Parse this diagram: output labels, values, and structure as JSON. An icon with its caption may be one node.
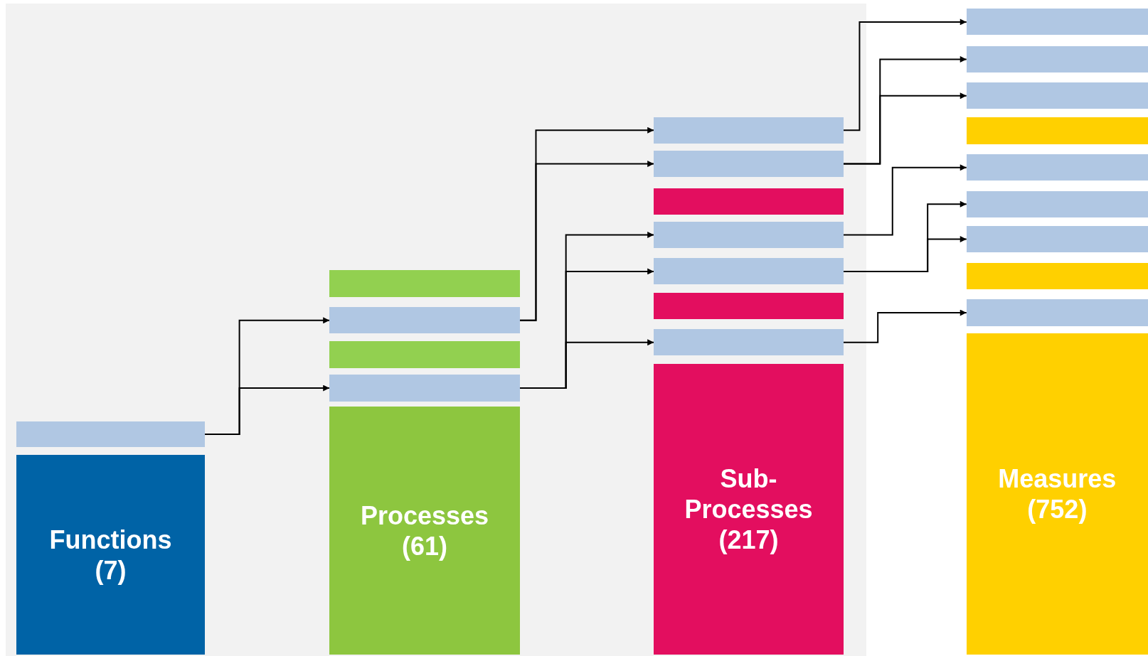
{
  "diagram": {
    "nodes": [
      {
        "text": [],
        "shape": "bar"
      },
      {
        "text": [
          "Functions (7)"
        ]
      },
      {
        "text": [],
        "shape": "bar"
      },
      {
        "text": [],
        "shape": "bar"
      },
      {
        "text": [],
        "shape": "bar"
      },
      {
        "text": [],
        "shape": "bar"
      },
      {
        "text": [
          "Processes (61)"
        ]
      },
      {
        "text": [],
        "shape": "bar"
      },
      {
        "text": [],
        "shape": "bar"
      },
      {
        "text": [],
        "shape": "bar"
      },
      {
        "text": [],
        "shape": "bar"
      },
      {
        "text": [],
        "shape": "bar"
      },
      {
        "text": [],
        "shape": "bar"
      },
      {
        "text": [],
        "shape": "bar"
      },
      {
        "text": [
          "Sub- Processes (217)"
        ]
      },
      {
        "text": [],
        "shape": "bar"
      },
      {
        "text": [],
        "shape": "bar"
      },
      {
        "text": [],
        "shape": "bar"
      },
      {
        "text": [],
        "shape": "bar"
      },
      {
        "text": [],
        "shape": "bar"
      },
      {
        "text": [],
        "shape": "bar"
      },
      {
        "text": [],
        "shape": "bar"
      },
      {
        "text": [],
        "shape": "bar"
      },
      {
        "text": [],
        "shape": "bar"
      },
      {
        "text": [
          "Measures (752)"
        ]
      }
    ],
    "edges": [
      {
        "from": 0,
        "to": 3,
        "arrow": "to"
      },
      {
        "from": 0,
        "to": 5,
        "arrow": "to"
      },
      {
        "from": 3,
        "to": 7,
        "arrow": "to"
      },
      {
        "from": 3,
        "to": 8,
        "arrow": "to"
      },
      {
        "from": 5,
        "to": 10,
        "arrow": "to"
      },
      {
        "from": 5,
        "to": 11,
        "arrow": "to"
      },
      {
        "from": 5,
        "to": 13,
        "arrow": "to"
      },
      {
        "from": 7,
        "to": 15,
        "arrow": "to"
      },
      {
        "from": 8,
        "to": 16,
        "arrow": "to"
      },
      {
        "from": 8,
        "to": 17,
        "arrow": "to"
      },
      {
        "from": 10,
        "to": 19,
        "arrow": "to"
      },
      {
        "from": 11,
        "to": 20,
        "arrow": "to"
      },
      {
        "from": 11,
        "to": 21,
        "arrow": "to"
      },
      {
        "from": 13,
        "to": 23,
        "arrow": "to"
      }
    ]
  }
}
